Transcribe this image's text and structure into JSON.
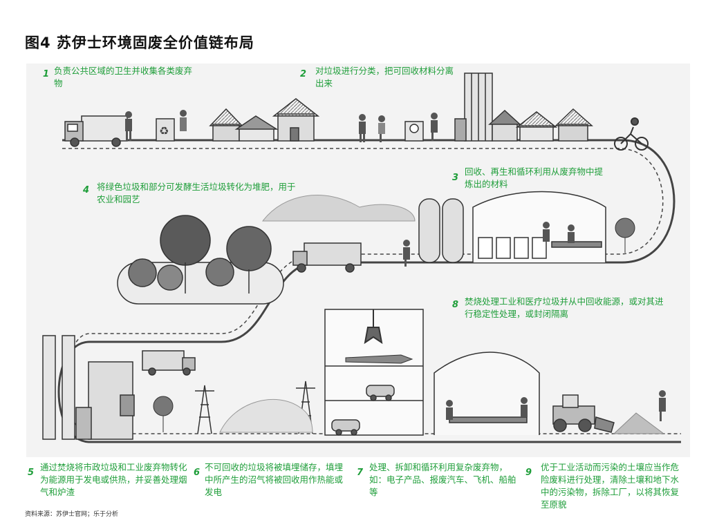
{
  "figure": {
    "title": "图4  苏伊士环境固废全价值链布局",
    "source": "资料来源：苏伊士官网；乐于分析"
  },
  "steps": [
    {
      "num": "1",
      "text": "负责公共区域的卫生并收集各类废弃物"
    },
    {
      "num": "2",
      "text": "对垃圾进行分类，把可回收材料分离出来"
    },
    {
      "num": "3",
      "text": "回收、再生和循环利用从废弃物中提炼出的材料"
    },
    {
      "num": "4",
      "text": "将绿色垃圾和部分可发酵生活垃圾转化为堆肥，用于农业和园艺"
    },
    {
      "num": "5",
      "text": "通过焚烧将市政垃圾和工业废弃物转化为能源用于发电或供热，并妥善处理烟气和炉渣"
    },
    {
      "num": "6",
      "text": "不可回收的垃圾将被填埋储存，填埋中所产生的沼气将被回收用作热能或发电"
    },
    {
      "num": "7",
      "text": "处理、拆卸和循环利用复杂废弃物，如：电子产品、报废汽车、飞机、船舶等"
    },
    {
      "num": "8",
      "text": "焚烧处理工业和医疗垃圾并从中回收能源，或对其进行稳定性处理，或封闭隔离"
    },
    {
      "num": "9",
      "text": "优于工业活动而污染的土壤应当作危险废料进行处理，清除土壤和地下水中的污染物，拆除工厂，以将其恢复至原貌"
    }
  ],
  "icons": {
    "recycle": "♻"
  }
}
